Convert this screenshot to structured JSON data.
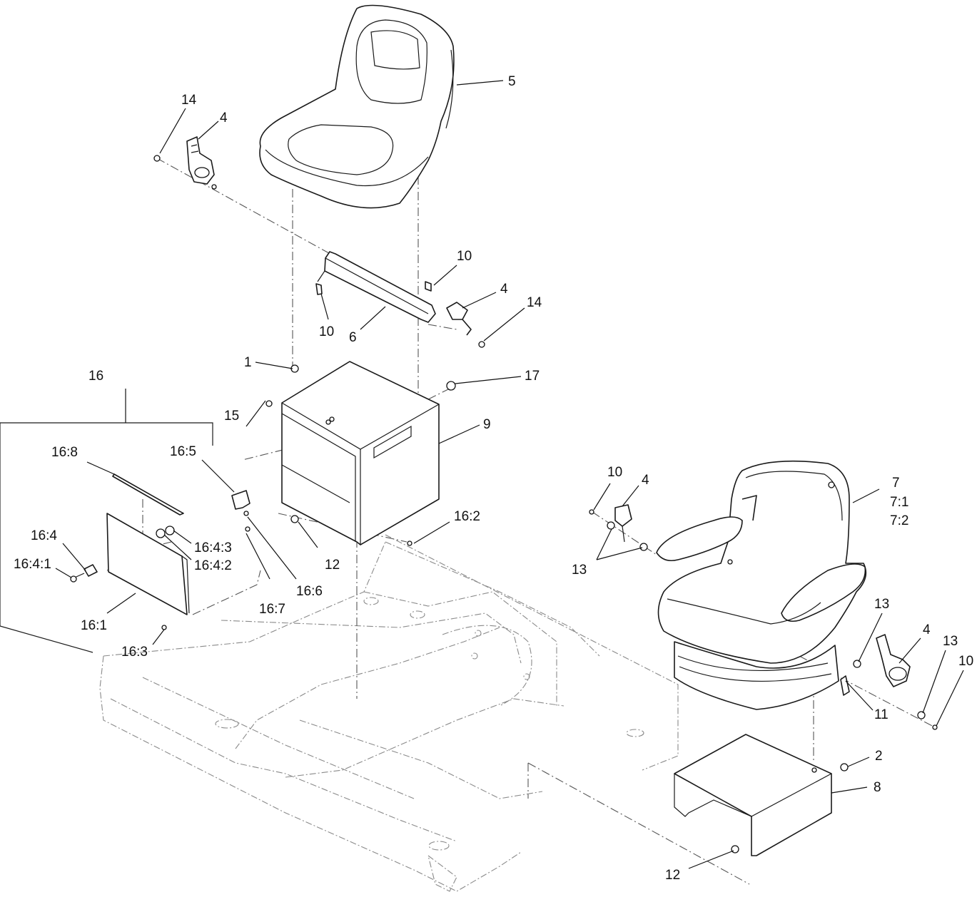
{
  "callouts": [
    {
      "id": "c5",
      "text": "5"
    },
    {
      "id": "c14a",
      "text": "14"
    },
    {
      "id": "c4a",
      "text": "4"
    },
    {
      "id": "c10a",
      "text": "10"
    },
    {
      "id": "c4b",
      "text": "4"
    },
    {
      "id": "c14b",
      "text": "14"
    },
    {
      "id": "c10b",
      "text": "10"
    },
    {
      "id": "c6",
      "text": "6"
    },
    {
      "id": "c1",
      "text": "1"
    },
    {
      "id": "c17",
      "text": "17"
    },
    {
      "id": "c16",
      "text": "16"
    },
    {
      "id": "c15",
      "text": "15"
    },
    {
      "id": "c9",
      "text": "9"
    },
    {
      "id": "c16_8",
      "text": "16:8"
    },
    {
      "id": "c16_5",
      "text": "16:5"
    },
    {
      "id": "c16_2",
      "text": "16:2"
    },
    {
      "id": "c16_4",
      "text": "16:4"
    },
    {
      "id": "c16_4_3",
      "text": "16:4:3"
    },
    {
      "id": "c16_4_2",
      "text": "16:4:2"
    },
    {
      "id": "c16_4_1",
      "text": "16:4:1"
    },
    {
      "id": "c12a",
      "text": "12"
    },
    {
      "id": "c16_6",
      "text": "16:6"
    },
    {
      "id": "c16_7",
      "text": "16:7"
    },
    {
      "id": "c16_1",
      "text": "16:1"
    },
    {
      "id": "c16_3",
      "text": "16:3"
    },
    {
      "id": "c10c",
      "text": "10"
    },
    {
      "id": "c4c",
      "text": "4"
    },
    {
      "id": "c7",
      "text": "7"
    },
    {
      "id": "c7_1",
      "text": "7:1"
    },
    {
      "id": "c7_2",
      "text": "7:2"
    },
    {
      "id": "c13a",
      "text": "13"
    },
    {
      "id": "c13b",
      "text": "13"
    },
    {
      "id": "c4d",
      "text": "4"
    },
    {
      "id": "c13c",
      "text": "13"
    },
    {
      "id": "c10d",
      "text": "10"
    },
    {
      "id": "c11",
      "text": "11"
    },
    {
      "id": "c2",
      "text": "2"
    },
    {
      "id": "c8",
      "text": "8"
    },
    {
      "id": "c12b",
      "text": "12"
    }
  ],
  "parts": [
    {
      "id": "seat-standard",
      "icon": "seat-shell-icon"
    },
    {
      "id": "seat-suspension",
      "icon": "suspension-seat-icon"
    },
    {
      "id": "seat-belt",
      "icon": "seat-belt-icon"
    },
    {
      "id": "seat-bracket",
      "icon": "bracket-icon"
    },
    {
      "id": "seat-base-box",
      "icon": "box-icon"
    },
    {
      "id": "seat-mount-cover",
      "icon": "cover-icon"
    },
    {
      "id": "manual-holder-kit",
      "icon": "panel-icon"
    },
    {
      "id": "machine-frame",
      "icon": "frame-icon"
    }
  ],
  "colors": {
    "line": "#1a1a1a",
    "phantom": "#8a8a8a",
    "background": "#ffffff"
  }
}
